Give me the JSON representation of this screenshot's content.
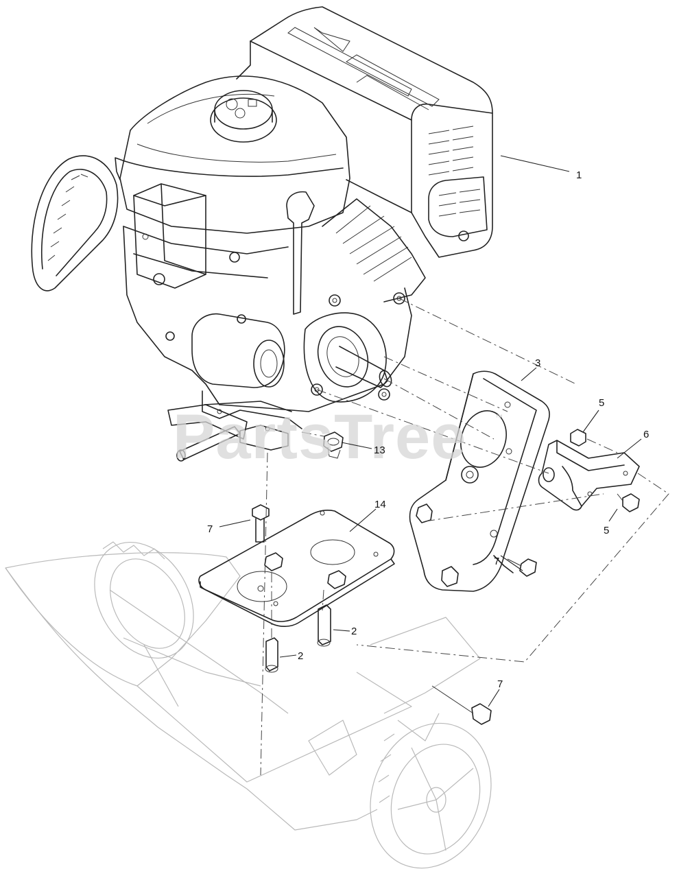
{
  "watermark": {
    "text": "PartsTree",
    "trademark": "™"
  },
  "callouts": [
    {
      "id": "c1",
      "label": "1"
    },
    {
      "id": "c3",
      "label": "3"
    },
    {
      "id": "c5a",
      "label": "5"
    },
    {
      "id": "c6",
      "label": "6"
    },
    {
      "id": "c5b",
      "label": "5"
    },
    {
      "id": "c7a",
      "label": "7"
    },
    {
      "id": "c7b",
      "label": "7"
    },
    {
      "id": "c7c",
      "label": "7"
    },
    {
      "id": "c13",
      "label": "13"
    },
    {
      "id": "c14",
      "label": "14"
    },
    {
      "id": "c2a",
      "label": "2"
    },
    {
      "id": "c2b",
      "label": "2"
    }
  ],
  "colors": {
    "line": "#222222",
    "ghost": "#b9b9b9",
    "watermark": "#d6d6d6"
  }
}
